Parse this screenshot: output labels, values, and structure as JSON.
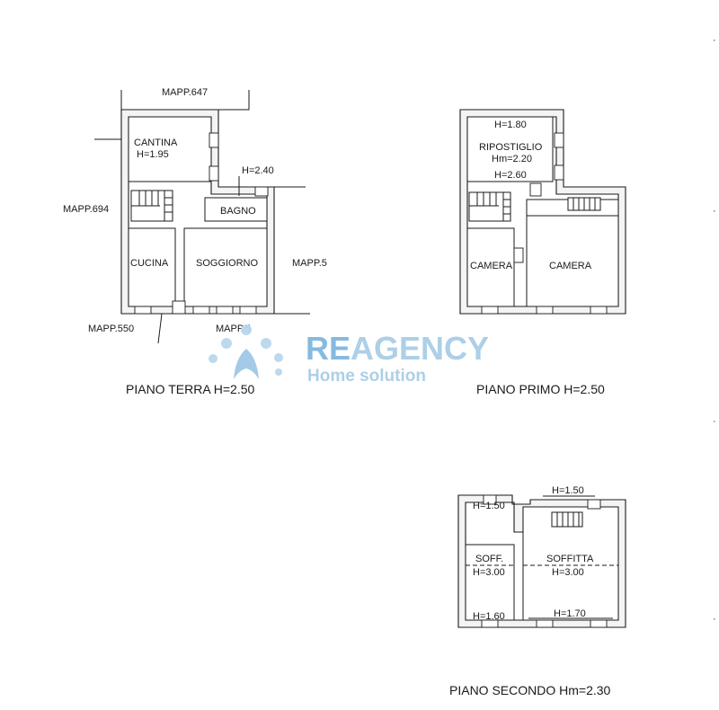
{
  "ground_floor": {
    "title": "PIANO TERRA H=2.50",
    "neighbors": {
      "top": "MAPP.647",
      "left": "MAPP.694",
      "right": "MAPP.5",
      "bottom_left": "MAPP.550",
      "bottom": "MAPP.5"
    },
    "rooms": {
      "cantina": "CANTINA",
      "cantina_h": "H=1.95",
      "bagno_h": "H=2.40",
      "bagno": "BAGNO",
      "cucina": "CUCINA",
      "soggiorno": "SOGGIORNO"
    }
  },
  "first_floor": {
    "title": "PIANO PRIMO H=2.50",
    "rooms": {
      "ripostiglio_h_top": "H=1.80",
      "ripostiglio": "RIPOSTIGLIO",
      "ripostiglio_hm": "Hm=2.20",
      "ripostiglio_h_bottom": "H=2.60",
      "camera_left": "CAMERA",
      "camera_right": "CAMERA"
    }
  },
  "second_floor": {
    "title": "PIANO SECONDO Hm=2.30",
    "rooms": {
      "h_top_left": "H=1.50",
      "h_top_right": "H=1.50",
      "soff": "SOFF.",
      "soff_h": "H=3.00",
      "soffitta": "SOFFITTA",
      "soffitta_h": "H=3.00",
      "h_bottom_left": "H=1.60",
      "h_bottom_right": "H=1.70"
    }
  },
  "logo": {
    "brand_a": "RE",
    "brand_b": "AGENCY",
    "tagline": "Home solution",
    "color_light": "#a9cde6",
    "color_dark": "#7fb7e0"
  }
}
